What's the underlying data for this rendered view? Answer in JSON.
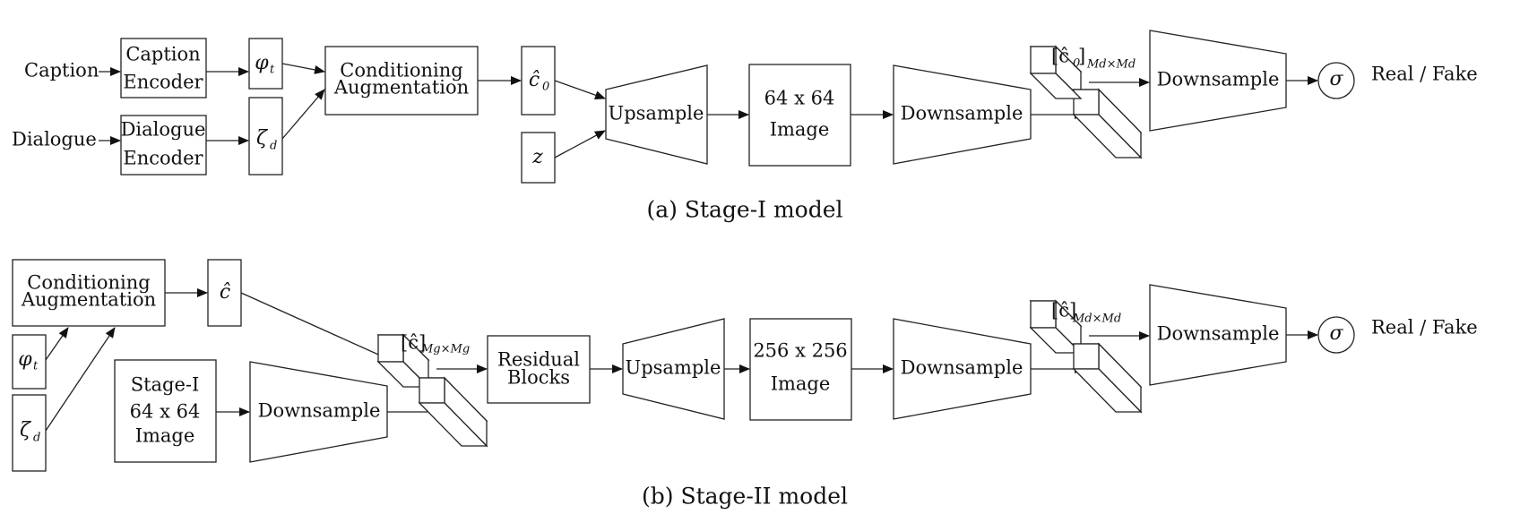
{
  "stage1": {
    "inputs": {
      "caption": "Caption",
      "dialogue": "Dialogue"
    },
    "caption_encoder": [
      "Caption",
      "Encoder"
    ],
    "dialogue_encoder": [
      "Dialogue",
      "Encoder"
    ],
    "phi": "φ",
    "phi_sub": "t",
    "zeta": "ζ",
    "zeta_sub": "d",
    "ca": [
      "Conditioning",
      "Augmentation"
    ],
    "c0": "ĉ",
    "c0_sub": "0",
    "z": "z",
    "upsample": "Upsample",
    "image": [
      "64 x 64",
      "Image"
    ],
    "downsample": "Downsample",
    "cube_label": "[ĉ",
    "cube_label_sub": "0",
    "cube_label_close": "]",
    "cube_dim": "Md×Md",
    "downsample2": "Downsample",
    "sigma": "σ",
    "output": "Real / Fake",
    "caption_title": "(a)  Stage-I model"
  },
  "stage2": {
    "ca": [
      "Conditioning",
      "Augmentation"
    ],
    "c": "ĉ",
    "phi": "φ",
    "phi_sub": "t",
    "zeta": "ζ",
    "zeta_sub": "d",
    "stage1_image": [
      "Stage-I",
      "64 x 64",
      "Image"
    ],
    "downsample": "Downsample",
    "cube_label": "[ĉ]",
    "cube_dim": "Mg×Mg",
    "residual": [
      "Residual",
      "Blocks"
    ],
    "upsample": "Upsample",
    "image": [
      "256 x 256",
      "Image"
    ],
    "downsample2": "Downsample",
    "cube_label2": "[ĉ]",
    "cube_dim2": "Md×Md",
    "downsample3": "Downsample",
    "sigma": "σ",
    "output": "Real / Fake",
    "caption_title": "(b)  Stage-II model"
  }
}
